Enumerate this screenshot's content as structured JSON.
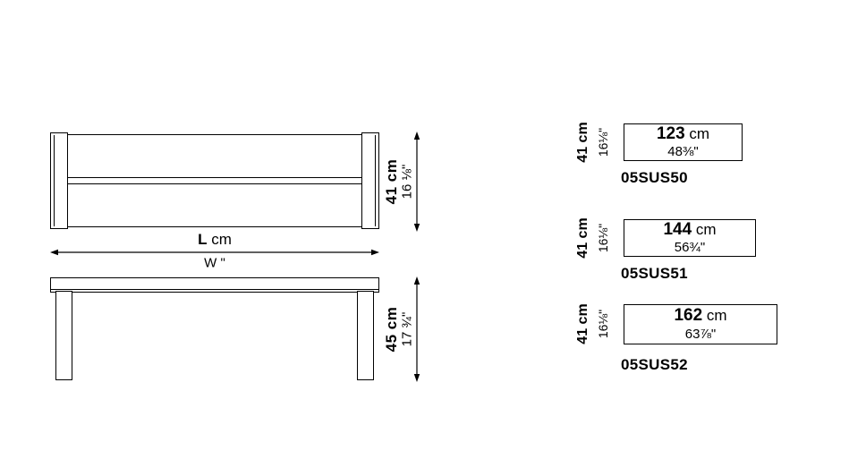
{
  "diagram": {
    "bench": {
      "height_cm": "41 cm",
      "height_in": "16 ⅛\"",
      "length_value": "L",
      "length_unit": "cm",
      "length_in": "W \""
    },
    "table": {
      "height_cm": "45 cm",
      "height_in": "17 ¾\""
    }
  },
  "variants": [
    {
      "code": "05SUS50",
      "width_value": "123",
      "width_unit": "cm",
      "width_in": "48⅜\"",
      "height_cm": "41 cm",
      "height_in": "16⅛\""
    },
    {
      "code": "05SUS51",
      "width_value": "144",
      "width_unit": "cm",
      "width_in": "56¾\"",
      "height_cm": "41 cm",
      "height_in": "16⅛\""
    },
    {
      "code": "05SUS52",
      "width_value": "162",
      "width_unit": "cm",
      "width_in": "63⅞\"",
      "height_cm": "41 cm",
      "height_in": "16⅛\""
    }
  ]
}
